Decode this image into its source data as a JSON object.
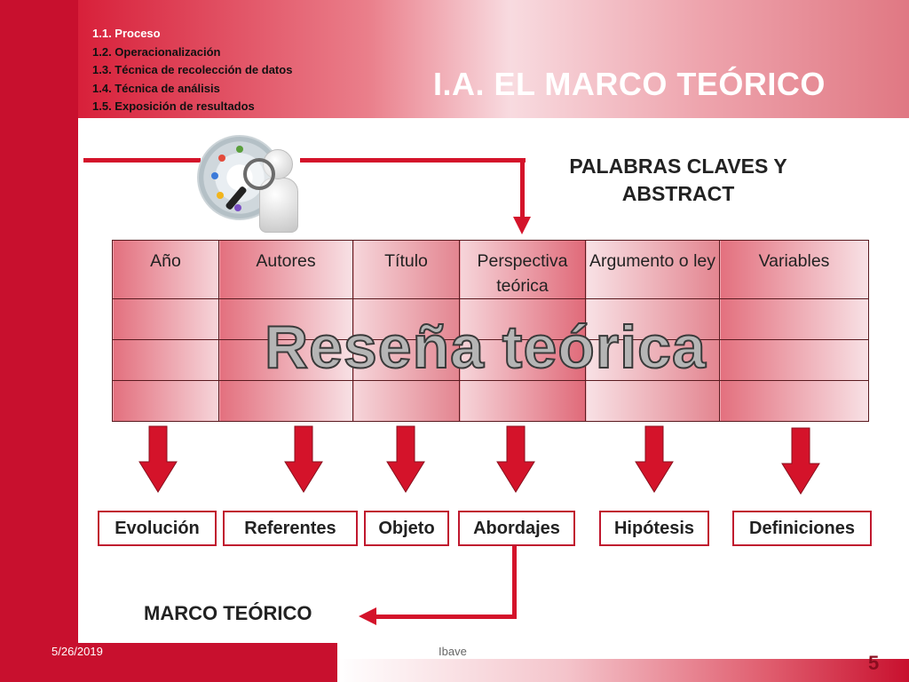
{
  "header": {
    "process_items": [
      {
        "label": "1.1. Proceso",
        "current": true
      },
      {
        "label": "1.2. Operacionalización",
        "current": false
      },
      {
        "label": "1.3. Técnica de recolección de datos",
        "current": false
      },
      {
        "label": "1.4. Técnica de análisis",
        "current": false
      },
      {
        "label": "1.5. Exposición de resultados",
        "current": false
      }
    ],
    "title": "I.A. EL MARCO TEÓRICO"
  },
  "keywords_title": "PALABRAS CLAVES Y ABSTRACT",
  "table": {
    "columns": [
      "Año",
      "Autores",
      "Título",
      "Perspectiva teórica",
      "Argumento o ley",
      "Variables"
    ],
    "empty_rows": 3
  },
  "overlay_text": "Reseña teórica",
  "outcomes": [
    "Evolución",
    "Referentes",
    "Objeto",
    "Abordajes",
    "Hipótesis",
    "Definiciones"
  ],
  "conclusion_label": "MARCO TEÓRICO",
  "footer": {
    "date": "5/26/2019",
    "author": "Ibave",
    "page_number": "5"
  },
  "colors": {
    "accent_red": "#c8102e",
    "arrow_red": "#d4132a",
    "header_pink": "#f8dbe0"
  },
  "icons": {
    "search_graphic": "search-magnifier-figure-icon",
    "arrow": "down-arrow-icon"
  }
}
